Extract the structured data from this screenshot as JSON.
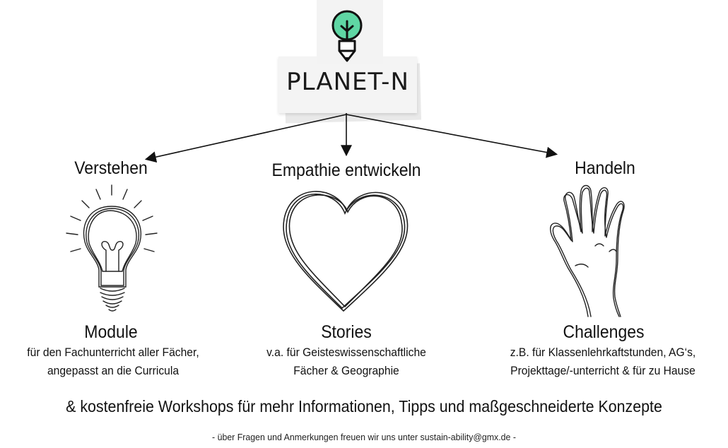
{
  "logo": {
    "name": "PLANET-N",
    "icon": "tree-pencil-icon",
    "accent": "#5fd6a4"
  },
  "columns": [
    {
      "title": "Verstehen",
      "icon": "lightbulb-icon",
      "heading": "Module",
      "lines": [
        "für den Fachunterricht aller Fächer,",
        "angepasst an die Curricula"
      ]
    },
    {
      "title": "Empathie entwickeln",
      "icon": "heart-icon",
      "heading": "Stories",
      "lines": [
        "v.a. für Geisteswissenschaftliche",
        "Fächer & Geographie"
      ]
    },
    {
      "title": "Handeln",
      "icon": "hand-icon",
      "heading": "Challenges",
      "lines": [
        "z.B. für Klassenlehrkaftstunden, AG‘s,",
        "Projekttage/-unterricht & für zu Hause"
      ]
    }
  ],
  "footer": {
    "main": "& kostenfreie Workshops für mehr Informationen, Tipps und maßgeschneiderte Konzepte",
    "note": "- über Fragen und Anmerkungen freuen wir uns unter sustain-ability@gmx.de -"
  }
}
